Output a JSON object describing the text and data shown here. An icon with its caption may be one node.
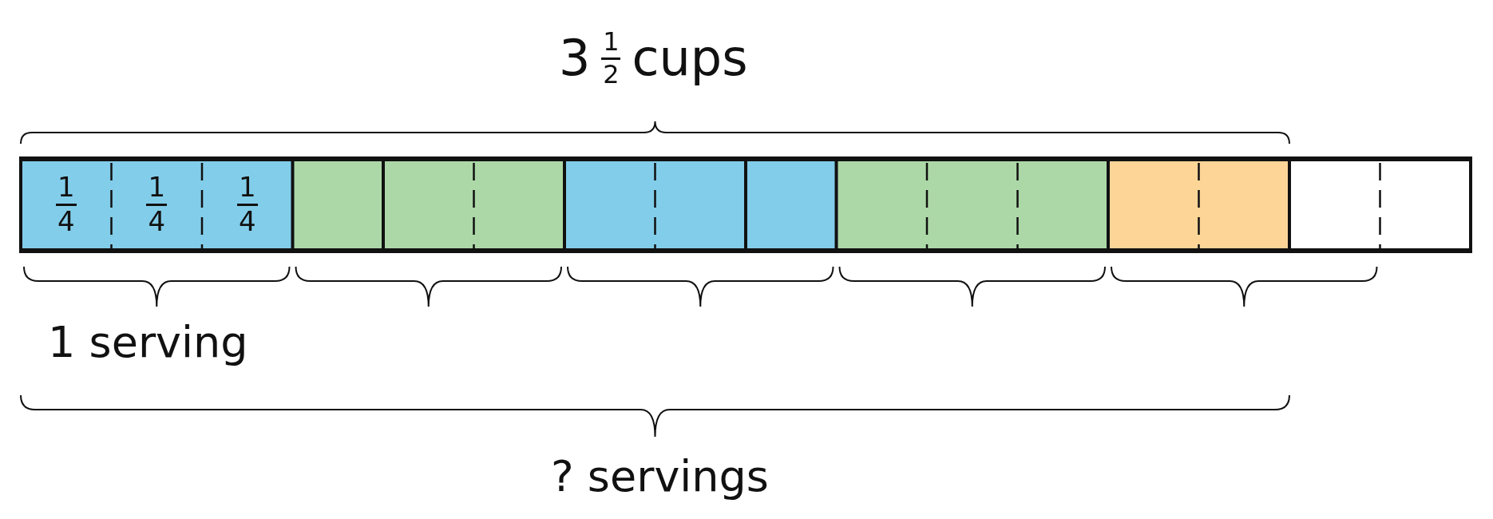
{
  "diagram": {
    "nodes": [
      {
        "text": [
          "1",
          "4"
        ]
      },
      {
        "text": [
          "1",
          "4"
        ]
      },
      {
        "text": [
          "1",
          "4"
        ]
      },
      {
        "text": [],
        "shape": "box"
      },
      {
        "text": [],
        "shape": "box"
      },
      {
        "text": [],
        "shape": "box"
      },
      {
        "text": [],
        "shape": "box"
      },
      {
        "text": [],
        "shape": "box"
      },
      {
        "text": [],
        "shape": "box"
      },
      {
        "text": [],
        "shape": "box"
      },
      {
        "text": [],
        "shape": "box"
      },
      {
        "text": [],
        "shape": "box"
      },
      {
        "text": [],
        "shape": "box"
      },
      {
        "text": [],
        "shape": "box"
      },
      {
        "text": [],
        "shape": "box"
      },
      {
        "text": [],
        "shape": "box"
      }
    ],
    "labels": [
      "3",
      "1",
      "2",
      "cups",
      "1 serving",
      "? servings"
    ]
  }
}
